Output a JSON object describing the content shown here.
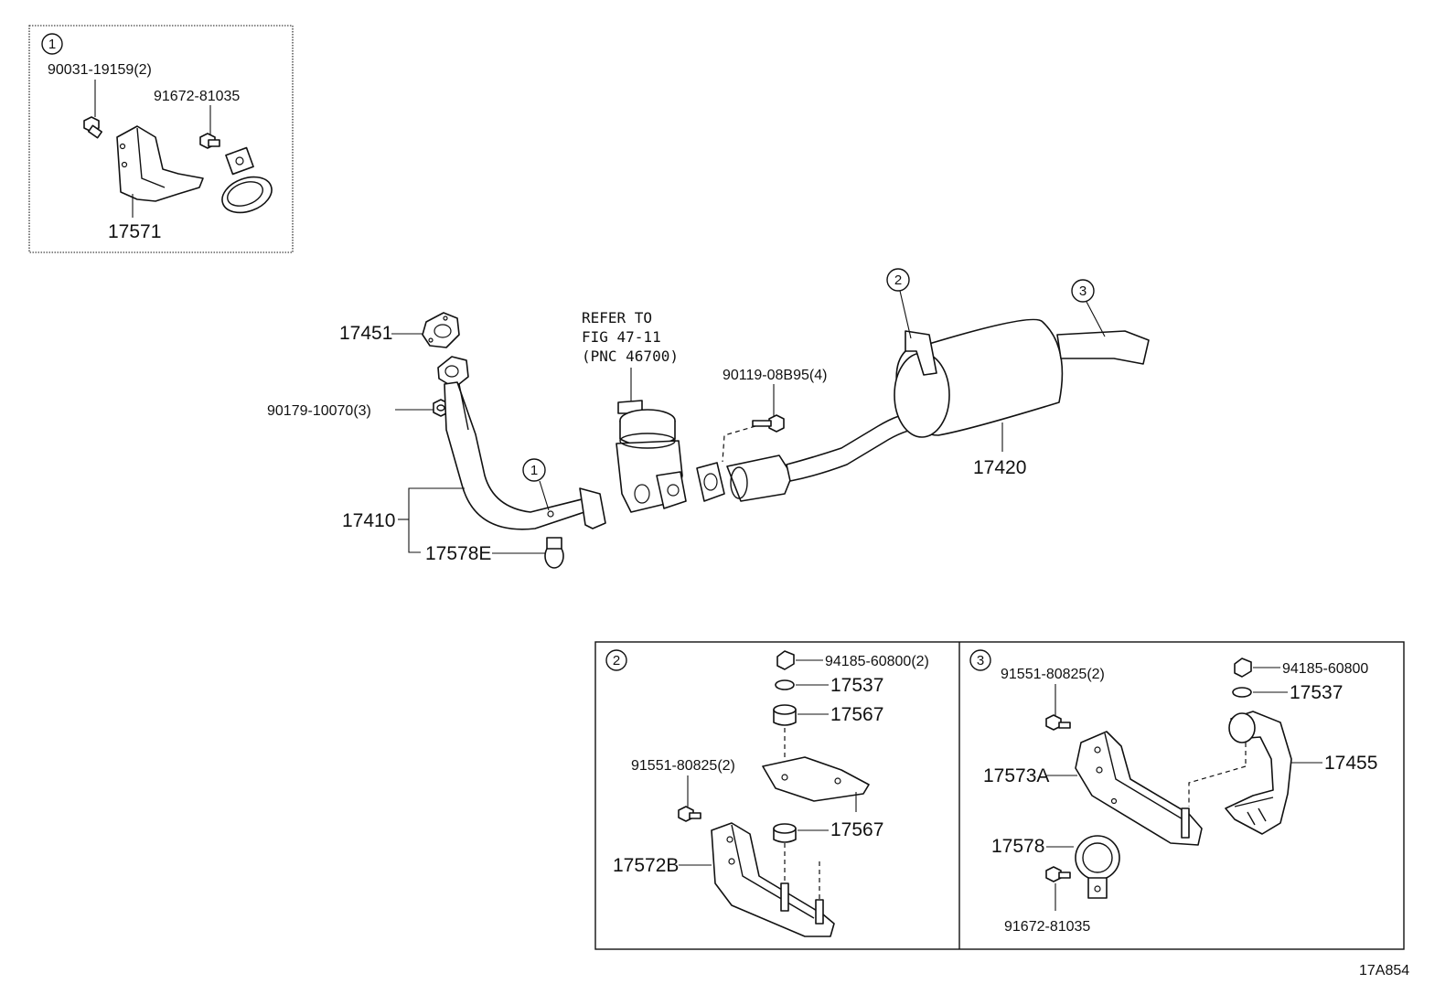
{
  "diagram_id": "17A854",
  "callouts": {
    "c1": "1",
    "c2": "2",
    "c3": "3"
  },
  "inset1": {
    "label_90031": "90031-19159(2)",
    "label_91672": "91672-81035",
    "label_17571": "17571"
  },
  "main": {
    "label_17451": "17451",
    "label_90179": "90179-10070(3)",
    "label_17410": "17410",
    "label_17578E": "17578E",
    "refer_line1": "REFER TO",
    "refer_line2": "FIG 47-11",
    "refer_line3": "(PNC 46700)",
    "label_90119": "90119-08B95(4)",
    "label_17420": "17420"
  },
  "detail2": {
    "label_94185": "94185-60800(2)",
    "label_17537": "17537",
    "label_17567_top": "17567",
    "label_91551": "91551-80825(2)",
    "label_17567_bottom": "17567",
    "label_17572B": "17572B"
  },
  "detail3": {
    "label_91551": "91551-80825(2)",
    "label_94185": "94185-60800",
    "label_17537": "17537",
    "label_17573A": "17573A",
    "label_17455": "17455",
    "label_17578": "17578",
    "label_91672": "91672-81035"
  }
}
